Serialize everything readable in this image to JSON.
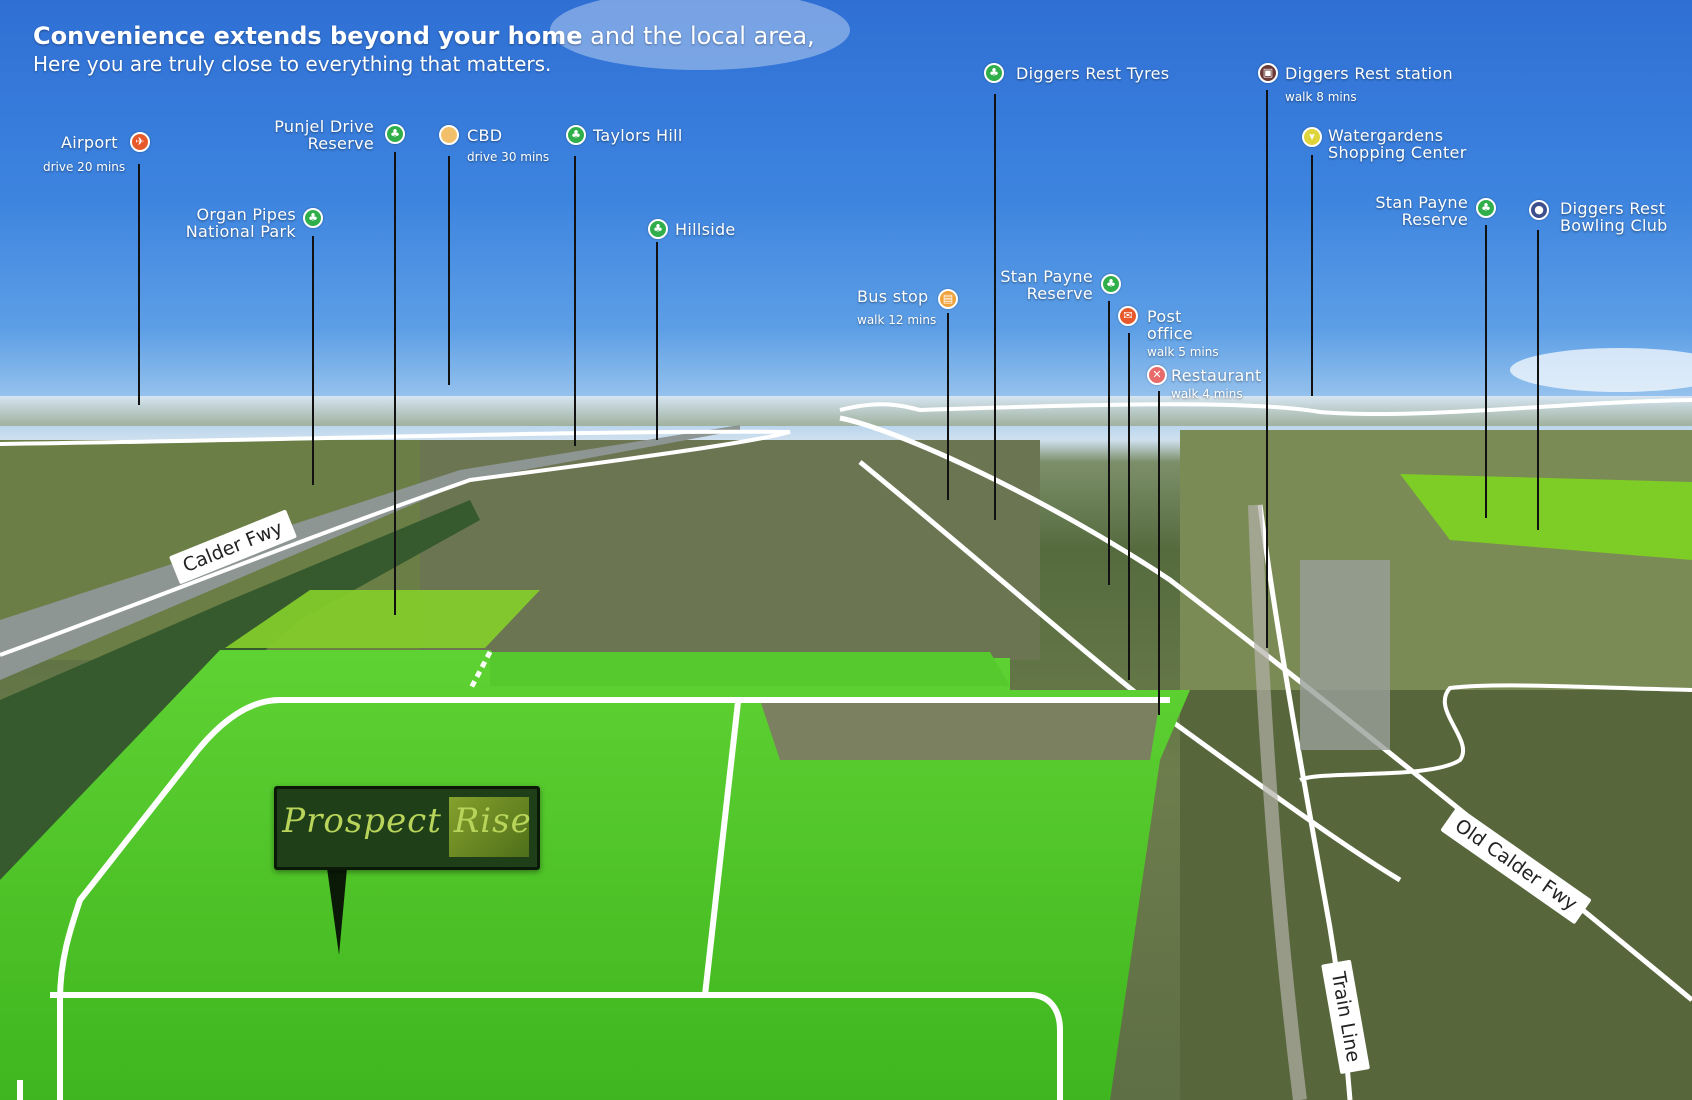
{
  "headline": {
    "bold": "Convenience extends beyond your home",
    "rest": " and the local area,",
    "line2": "Here you are truly close to everything that matters."
  },
  "poi": {
    "airport": {
      "name": "Airport",
      "sub": "drive 20 mins",
      "icon": "plane-icon"
    },
    "punjel": {
      "name1": "Punjel Drive",
      "name2": "Reserve",
      "icon": "park-icon"
    },
    "cbd": {
      "name": "CBD",
      "sub": "drive 30 mins",
      "icon": "city-icon"
    },
    "taylors": {
      "name": "Taylors Hill",
      "icon": "park-icon"
    },
    "organ": {
      "name1": "Organ Pipes",
      "name2": "National Park",
      "icon": "park-icon"
    },
    "hillside": {
      "name": "Hillside",
      "icon": "park-icon"
    },
    "tyres": {
      "name": "Diggers Rest Tyres",
      "icon": "park-icon"
    },
    "station": {
      "name": "Diggers Rest station",
      "sub": "walk 8 mins",
      "icon": "train-icon"
    },
    "watergardens": {
      "name1": "Watergardens",
      "name2": "Shopping Center",
      "icon": "shopping-icon"
    },
    "stanpayne_top": {
      "name1": "Stan Payne",
      "name2": "Reserve",
      "icon": "park-icon"
    },
    "bowling": {
      "name1": "Diggers Rest",
      "name2": "Bowling Club",
      "icon": "bowling-icon"
    },
    "busstop": {
      "name": "Bus stop",
      "sub": "walk 12 mins",
      "icon": "bus-icon"
    },
    "stanpayne_mid": {
      "name1": "Stan Payne",
      "name2": "Reserve",
      "icon": "park-icon"
    },
    "post": {
      "name1": "Post",
      "name2": "office",
      "sub": "walk 5 mins",
      "icon": "mail-icon"
    },
    "restaurant": {
      "name": "Restaurant",
      "sub": "walk 4 mins",
      "icon": "restaurant-icon"
    }
  },
  "roads": {
    "calder": "Calder Fwy",
    "old_calder": "Old Calder Fwy",
    "train_line": "Train Line"
  },
  "brand": {
    "name": "Prospect Rise"
  },
  "colors": {
    "sky": "#3d84df",
    "grass": "#4fc42a",
    "park_overlay": "#7ed321",
    "road_white": "#ffffff",
    "brand_bg": "#1f3f18"
  }
}
